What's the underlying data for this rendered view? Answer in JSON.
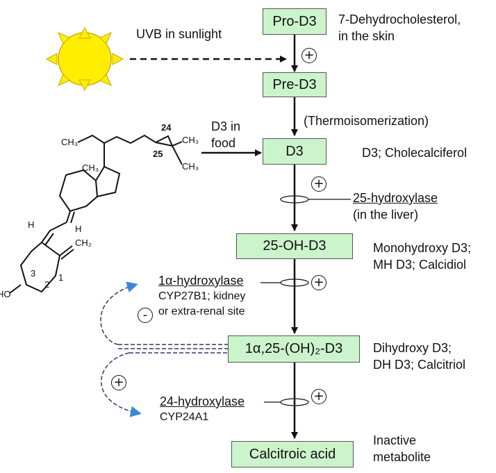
{
  "sunlight": {
    "label": "UVB in sunlight"
  },
  "food": {
    "line1": "D3 in",
    "line2": "food"
  },
  "boxes": {
    "pro_d3": "Pro-D3",
    "pre_d3": "Pre-D3",
    "d3": "D3",
    "oh_d3": "25-OH-D3",
    "dihydroxy": "1α,25-(OH)₂-D3",
    "calcitroic": "Calcitroic acid"
  },
  "descriptions": {
    "pro_d3": [
      "7-Dehydrocholesterol,",
      "in the skin"
    ],
    "thermo": "(Thermoisomerization)",
    "d3": "D3; Cholecalciferol",
    "oh_d3": [
      "Monohydroxy D3;",
      "MH D3;  Calcidiol"
    ],
    "dihydroxy": [
      "Dihydroxy D3;",
      "DH D3;  Calcitriol"
    ],
    "calcitroic": [
      "Inactive",
      "metabolite"
    ]
  },
  "enzymes": {
    "hydroxylase25": {
      "name": "25-hydroxylase",
      "site": "(in the liver)"
    },
    "hydroxylase1a": {
      "name": "1α-hydroxylase",
      "detail": [
        "CYP27B1; kidney",
        "or extra-renal site"
      ]
    },
    "hydroxylase24": {
      "name": "24-hydroxylase",
      "detail": "CYP24A1"
    }
  },
  "signs": {
    "plus": "+",
    "minus": "-"
  },
  "molecule": {
    "ch3_top_left": "CH₃",
    "ch3_right_top": "CH₃",
    "ch3_right_bottom": "CH₃",
    "ch3_ring": "CH₃",
    "c24": "24",
    "c25": "25",
    "h_left": "H",
    "h_right": "H",
    "ch2": "CH₂",
    "ho": "HO",
    "c3": "3",
    "c2": "2",
    "c1": "1"
  },
  "colors": {
    "box_fill": "#ccf4cc",
    "feedback_dash": "#4a6fa5",
    "sun": "#ffee00"
  }
}
